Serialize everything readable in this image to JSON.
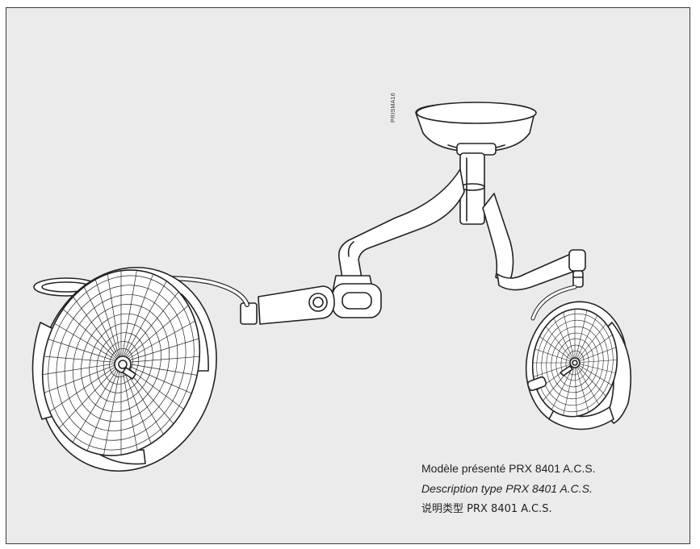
{
  "figure": {
    "reference_code": "PRISMA16",
    "caption_lines": [
      "Modèle présenté PRX 8401 A.C.S.",
      "Description type PRX 8401 A.C.S.",
      "说明类型 PRX 8401 A.C.S."
    ]
  },
  "colors": {
    "background": "#ebebeb",
    "frame_border": "#3a3a3a",
    "line_art": "#222222",
    "part_fill": "#ffffff"
  }
}
